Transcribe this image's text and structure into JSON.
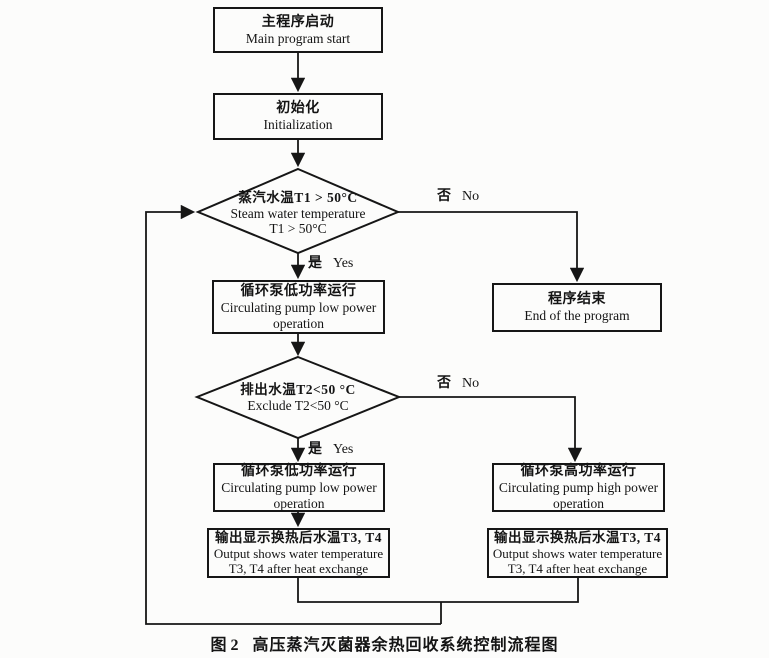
{
  "palette": {
    "ink": "#161616",
    "paper": "#fcfcfb"
  },
  "nodes": {
    "start": {
      "zh": "主程序启动",
      "en": [
        "Main program start"
      ]
    },
    "init": {
      "zh": "初始化",
      "en": [
        "Initialization"
      ]
    },
    "d1": {
      "zh": "蒸汽水温T1 > 50°C",
      "en": [
        "Steam water temperature",
        "T1 > 50°C"
      ]
    },
    "end": {
      "zh": "程序结束",
      "en": [
        "End of the program"
      ]
    },
    "low1": {
      "zh": "循环泵低功率运行",
      "en": [
        "Circulating pump low power",
        "operation"
      ]
    },
    "d2": {
      "zh": "排出水温T2<50 °C",
      "en": [
        "Exclude T2<50 °C"
      ]
    },
    "low2": {
      "zh": "循环泵低功率运行",
      "en": [
        "Circulating pump low power",
        "operation"
      ]
    },
    "high": {
      "zh": "循环泵高功率运行",
      "en": [
        "Circulating pump high power",
        "operation"
      ]
    },
    "out_left": {
      "zh": "输出显示换热后水温T3, T4",
      "en": [
        "Output shows water temperature",
        "T3, T4 after heat exchange"
      ]
    },
    "out_right": {
      "zh": "输出显示换热后水温T3, T4",
      "en": [
        "Output shows water temperature",
        "T3, T4 after heat exchange"
      ]
    }
  },
  "labels": {
    "no_zh": "否",
    "no_en": "No",
    "yes_zh": "是",
    "yes_en": "Yes"
  },
  "caption": {
    "figure": "图 2",
    "title": "高压蒸汽灭菌器余热回收系统控制流程图"
  }
}
